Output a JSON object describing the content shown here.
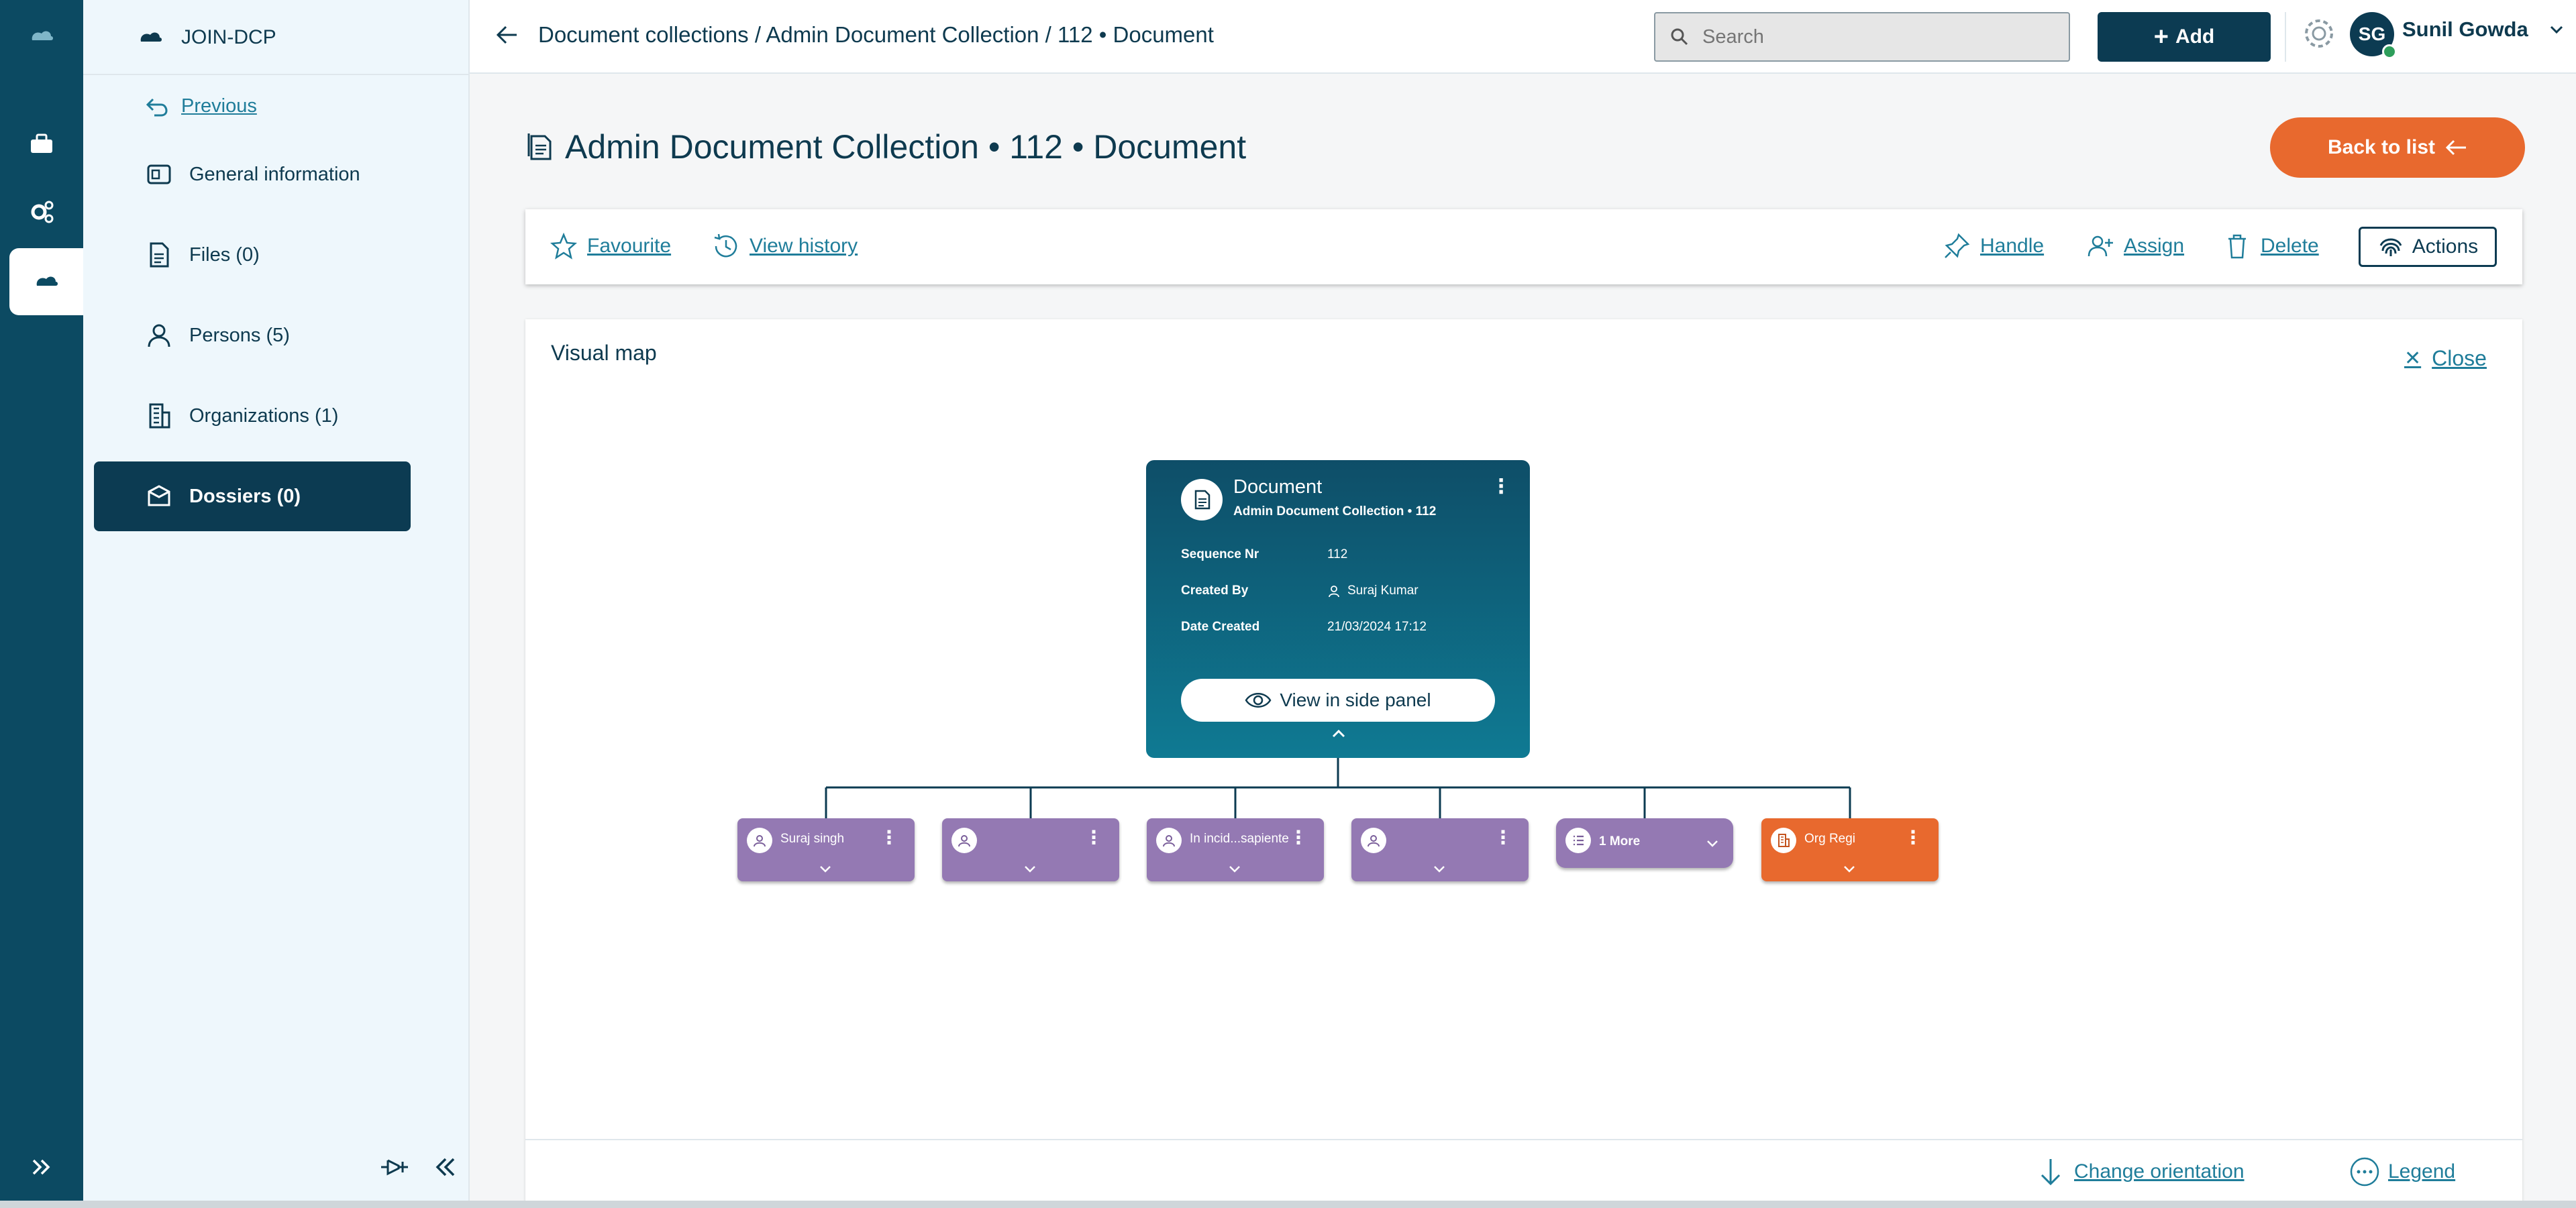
{
  "colors": {
    "rail": "#0c4a62",
    "primary": "#0c3b52",
    "accent": "#e8692e",
    "link": "#1f7d9a",
    "person_node": "#9479b3",
    "org_node": "#e8692e"
  },
  "rail": {
    "icons": [
      "cloud-logo-icon",
      "briefcase-icon",
      "gears-icon",
      "document-stack-icon"
    ],
    "expand_icon": "double-chevron-right-icon"
  },
  "subnav": {
    "brand": "JOIN-DCP",
    "previous": "Previous",
    "items": [
      {
        "label": "General information",
        "icon": "card-icon"
      },
      {
        "label": "Files (0)",
        "icon": "file-icon"
      },
      {
        "label": "Persons (5)",
        "icon": "person-icon"
      },
      {
        "label": "Organizations (1)",
        "icon": "building-icon"
      },
      {
        "label": "Dossiers (0)",
        "icon": "folder-icon"
      }
    ]
  },
  "header": {
    "breadcrumb": "Document collections / Admin Document Collection / 112 • Document",
    "search_placeholder": "Search",
    "add_label": "Add",
    "user_initials": "SG",
    "user_name": "Sunil Gowda"
  },
  "page": {
    "title": "Admin Document Collection • 112 • Document",
    "back_label": "Back to list"
  },
  "actions": {
    "favourite": "Favourite",
    "view_history": "View history",
    "handle": "Handle",
    "assign": "Assign",
    "delete": "Delete",
    "actions": "Actions"
  },
  "visual_map": {
    "title": "Visual map",
    "close": "Close",
    "doc": {
      "title": "Document",
      "subtitle": "Admin Document Collection • 112",
      "fields": [
        {
          "label": "Sequence Nr",
          "value": "112"
        },
        {
          "label": "Created By",
          "value": "Suraj Kumar"
        },
        {
          "label": "Date Created",
          "value": "21/03/2024 17:12"
        }
      ],
      "view_button": "View in side panel"
    },
    "children": [
      {
        "type": "person",
        "label": "Suraj singh"
      },
      {
        "type": "person",
        "label": ""
      },
      {
        "type": "person",
        "label": "In incid...sapiente"
      },
      {
        "type": "person",
        "label": ""
      },
      {
        "type": "more",
        "label": "1 More"
      },
      {
        "type": "org",
        "label": "Org Regi"
      }
    ],
    "change_orientation": "Change orientation",
    "legend": "Legend"
  }
}
